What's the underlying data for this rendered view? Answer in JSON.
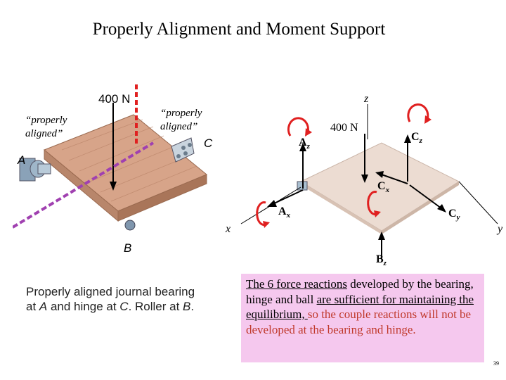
{
  "title": "Properly Alignment and Moment Support",
  "left_figure": {
    "force_label": "400 N",
    "point_A": "A",
    "point_B": "B",
    "point_C": "C",
    "annotation_left_line1": "“properly",
    "annotation_left_line2": "aligned”",
    "annotation_right_line1": "“properly",
    "annotation_right_line2": "aligned”",
    "caption_line1": "Properly aligned journal bearing",
    "caption_line2_pre": "at ",
    "caption_line2_A": "A",
    "caption_line2_mid": " and hinge at ",
    "caption_line2_C": "C",
    "caption_line2_post": ". Roller at ",
    "caption_line2_B": "B",
    "caption_line2_end": "."
  },
  "right_figure": {
    "axis_z": "z",
    "axis_x": "x",
    "axis_y": "y",
    "force_label": "400 N",
    "Az": "A",
    "Az_sub": "z",
    "Ax": "A",
    "Ax_sub": "x",
    "Cz": "C",
    "Cz_sub": "z",
    "Cx": "C",
    "Cx_sub": "x",
    "Cy": "C",
    "Cy_sub": "y",
    "Bz": "B",
    "Bz_sub": "z"
  },
  "note": {
    "part1": "The 6 force reactions",
    "part2": " developed by the bearing, hinge and ball ",
    "part3": "are sufficient for maintaining the equilibrium, ",
    "part4": "so the couple reactions will not be developed at the bearing and hinge."
  },
  "page_number": "39",
  "colors": {
    "board": "#d9a98f",
    "board_right": "#ead9cf",
    "alignment_line": "#a040b0",
    "vertical_dashed": "#e02020",
    "moment_arrow": "#e02020",
    "note_bg": "#f5c8ee"
  }
}
